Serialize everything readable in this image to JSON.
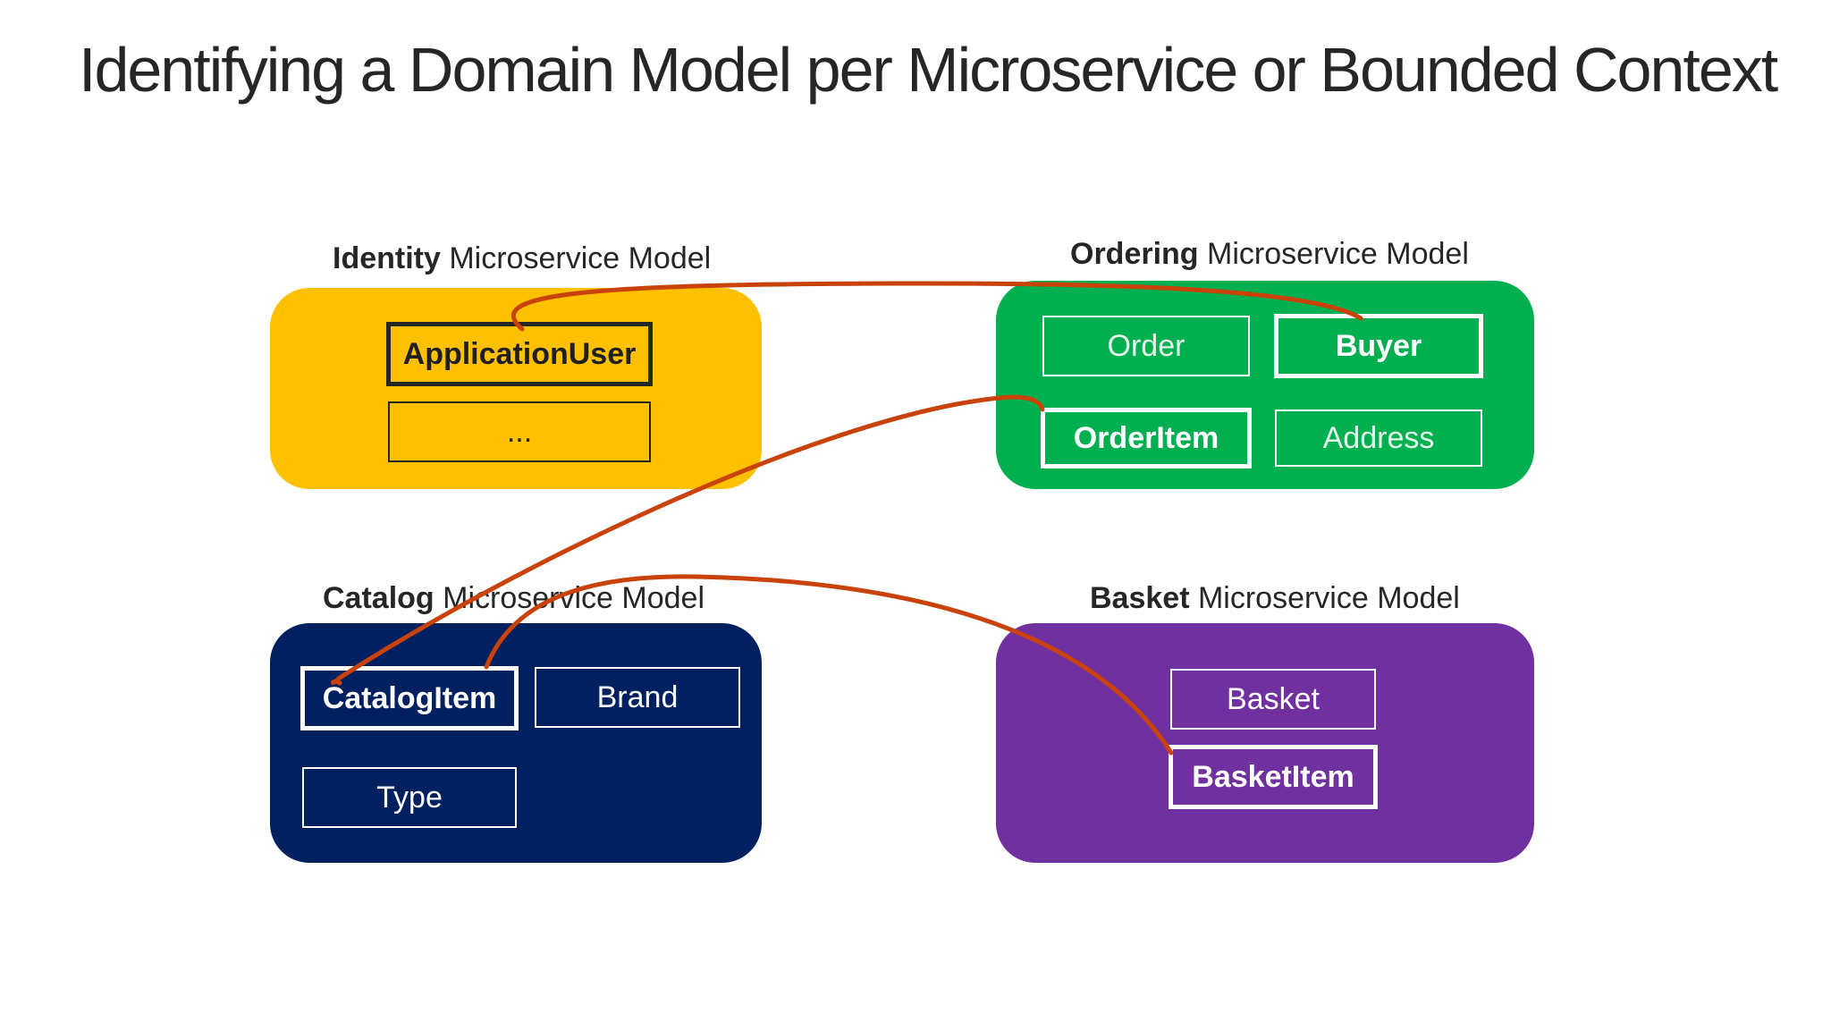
{
  "title": "Identifying a Domain Model per Microservice or Bounded Context",
  "panel_suffix": "Microservice Model",
  "panels": {
    "identity": {
      "name": "Identity",
      "color": "#ffc000",
      "entities": {
        "application_user": "ApplicationUser",
        "more": "..."
      }
    },
    "ordering": {
      "name": "Ordering",
      "color": "#00b050",
      "entities": {
        "order": "Order",
        "buyer": "Buyer",
        "order_item": "OrderItem",
        "address": "Address"
      }
    },
    "catalog": {
      "name": "Catalog",
      "color": "#002060",
      "entities": {
        "catalog_item": "CatalogItem",
        "brand": "Brand",
        "type": "Type"
      }
    },
    "basket": {
      "name": "Basket",
      "color": "#7030a0",
      "entities": {
        "basket": "Basket",
        "basket_item": "BasketItem"
      }
    }
  },
  "connector_color": "#c8420a"
}
